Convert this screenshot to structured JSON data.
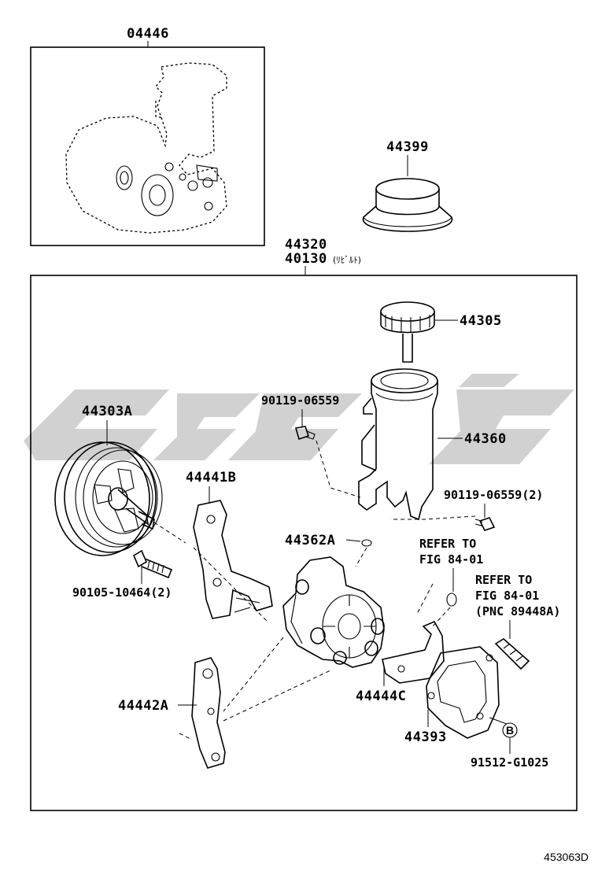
{
  "diagram": {
    "kit_box": {
      "part_number": "04446"
    },
    "main_box": {
      "part_number": "44320",
      "part_number_2": "40130",
      "note": "(ﾘﾋﾞﾙﾄ)"
    },
    "labels": {
      "p44399": "44399",
      "p44305": "44305",
      "p44360": "44360",
      "p90119a": "90119-06559",
      "p90119b": "90119-06559(2)",
      "p44303a": "44303A",
      "p44441b": "44441B",
      "p44362a": "44362A",
      "refer1_line1": "REFER TO",
      "refer1_line2": "FIG 84-01",
      "refer2_line1": "REFER TO",
      "refer2_line2": "FIG 84-01",
      "refer2_line3": "(PNC 89448A)",
      "p90105": "90105-10464(2)",
      "p44444c": "44444C",
      "p44442a": "44442A",
      "p44393": "44393",
      "b_marker": "B",
      "p91512": "91512-G1025"
    },
    "figure_code": "453063D"
  }
}
